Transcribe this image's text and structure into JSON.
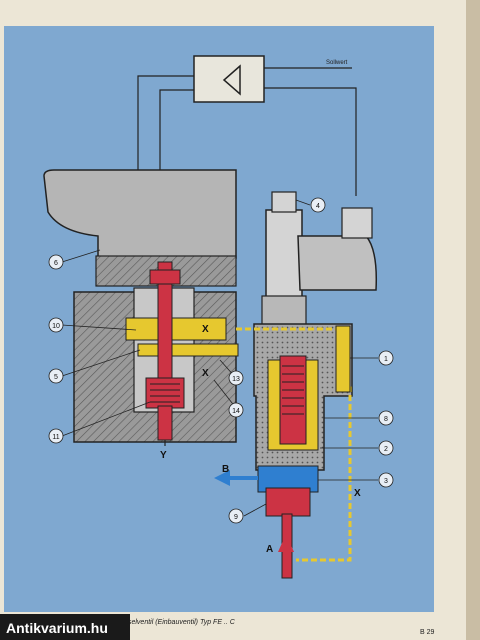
{
  "diagram": {
    "setpoint_label": "Sollwert",
    "port_labels": {
      "a": "A",
      "b": "B",
      "x_upper": "X",
      "x_middle": "X",
      "x_lower": "X",
      "y": "Y"
    },
    "callouts": {
      "n1": "1",
      "n2": "2",
      "n3": "3",
      "n4": "4",
      "n5": "5",
      "n6": "6",
      "n8": "8",
      "n9": "9",
      "n10": "10",
      "n11": "11",
      "n13": "13",
      "n14": "14"
    }
  },
  "page": {
    "caption": "Bild 56: Wege-, Proportional – Drosselventil (Einbauventil) Typ FE .. C",
    "page_number": "B 29"
  },
  "watermark": "Antikvarium.hu",
  "colors": {
    "background_blue": "#7fa8d0",
    "oil_yellow": "#e6c82f",
    "spool_red": "#cc3344",
    "port_blue": "#2f7fd0",
    "body_gray": "#8f8f8f"
  }
}
